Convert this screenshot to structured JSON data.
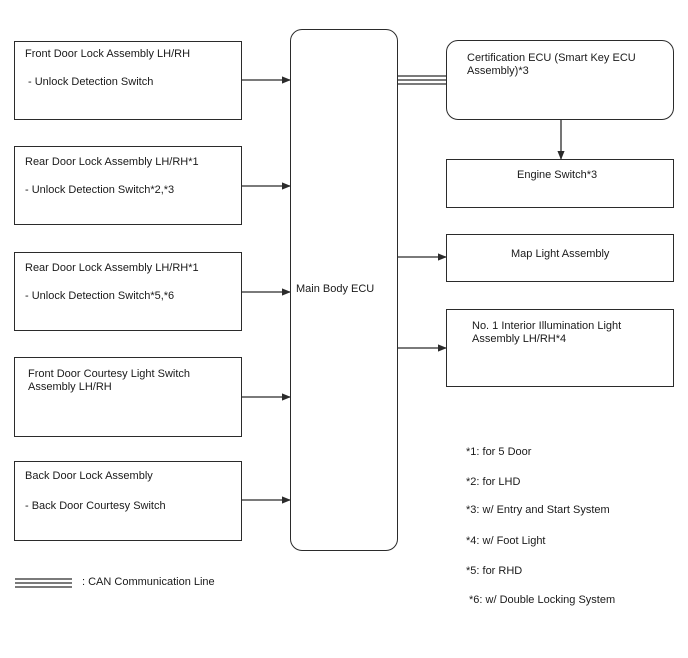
{
  "left_boxes": [
    {
      "title": "Front Door Lock Assembly LH/RH",
      "sub": "- Unlock Detection Switch"
    },
    {
      "title": "Rear Door Lock Assembly LH/RH*1",
      "sub": "- Unlock Detection Switch*2,*3"
    },
    {
      "title": "Rear Door Lock Assembly LH/RH*1",
      "sub": "- Unlock Detection Switch*5,*6"
    },
    {
      "title": "Front Door Courtesy Light Switch\nAssembly LH/RH",
      "sub": ""
    },
    {
      "title": "Back Door Lock Assembly",
      "sub": "- Back Door Courtesy Switch"
    }
  ],
  "center_box": {
    "label": "Main Body ECU"
  },
  "right_boxes": [
    {
      "label": "Certification ECU (Smart Key ECU\nAssembly)*3"
    },
    {
      "label": "Engine Switch*3"
    },
    {
      "label": "Map Light Assembly"
    },
    {
      "label": "No. 1 Interior Illumination Light\nAssembly LH/RH*4"
    }
  ],
  "legend": {
    "can_label": ": CAN Communication Line"
  },
  "notes": [
    "*1: for 5 Door",
    "*2: for LHD",
    "*3: w/ Entry and Start System",
    "*4: w/ Foot Light",
    "*5: for RHD",
    "*6: w/ Double Locking System"
  ]
}
